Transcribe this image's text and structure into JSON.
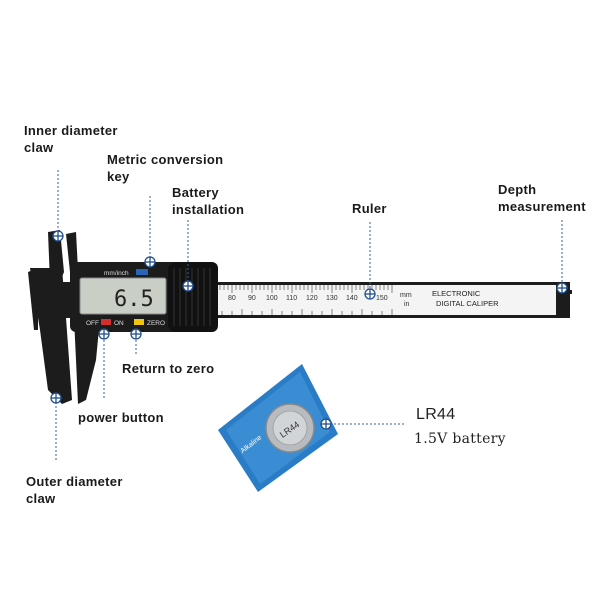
{
  "callouts": {
    "inner_diameter_claw": "Inner diameter\nclaw",
    "metric_conversion_key": "Metric conversion\nkey",
    "battery_installation": "Battery\ninstallation",
    "ruler": "Ruler",
    "depth_measurement": "Depth\nmeasurement",
    "return_to_zero": "Return to zero",
    "power_button": "power button",
    "outer_diameter_claw": "Outer diameter\nclaw",
    "lr44": "LR44",
    "battery_voltage": "1.5V battery"
  },
  "caliper": {
    "display_value": "6.5",
    "unit_button_label": "mm/inch",
    "off_label": "OFF",
    "on_label": "ON",
    "zero_label": "ZERO",
    "brand_line1": "ELECTRONIC",
    "brand_line2": "DIGITAL CALIPER",
    "scale_unit": "mm",
    "scale_unit2": "in",
    "scale_numbers": [
      "80",
      "90",
      "100",
      "110",
      "120",
      "130",
      "140",
      "150"
    ]
  },
  "battery": {
    "stamp_text": "LR44",
    "wrapper_text": "Alkaline"
  },
  "colors": {
    "caliper_body": "#1c1c1c",
    "ruler_face": "#f4f4f4",
    "marker": "#1f4f8f",
    "leader_line": "#3a5f9a",
    "display_bg": "#c9cfc4",
    "battery_blue": "#2a7cc7"
  }
}
